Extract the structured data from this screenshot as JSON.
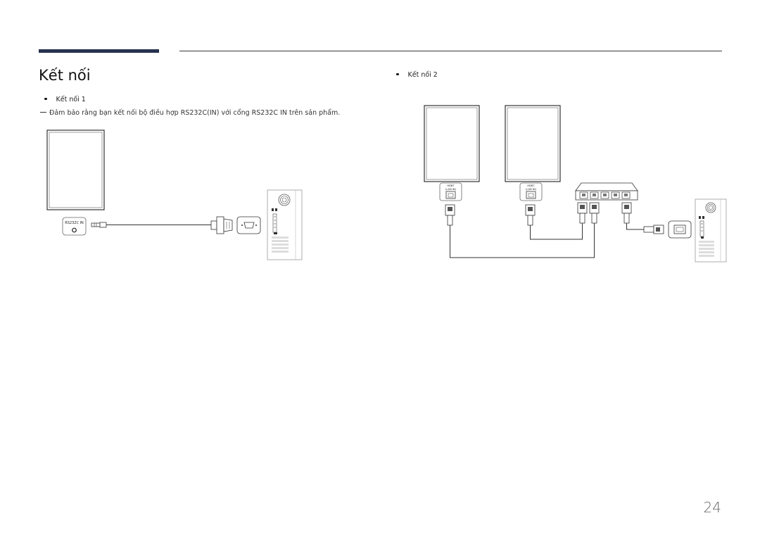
{
  "header": {
    "accent_color": "#27324f"
  },
  "title": "Kết nối",
  "connection1": {
    "label": "Kết nối 1",
    "note": "Đảm bảo rằng bạn kết nối bộ điều hợp RS232C(IN) với cổng RS232C IN trên sản phẩm.",
    "port_label": "RS232C IN"
  },
  "connection2": {
    "label": "Kết nối 2",
    "display1_port": {
      "line1": "HDBT",
      "line2": "(LAN IN)"
    },
    "display2_port": {
      "line1": "HDBT",
      "line2": "(LAN IN)"
    }
  },
  "page_number": "24"
}
